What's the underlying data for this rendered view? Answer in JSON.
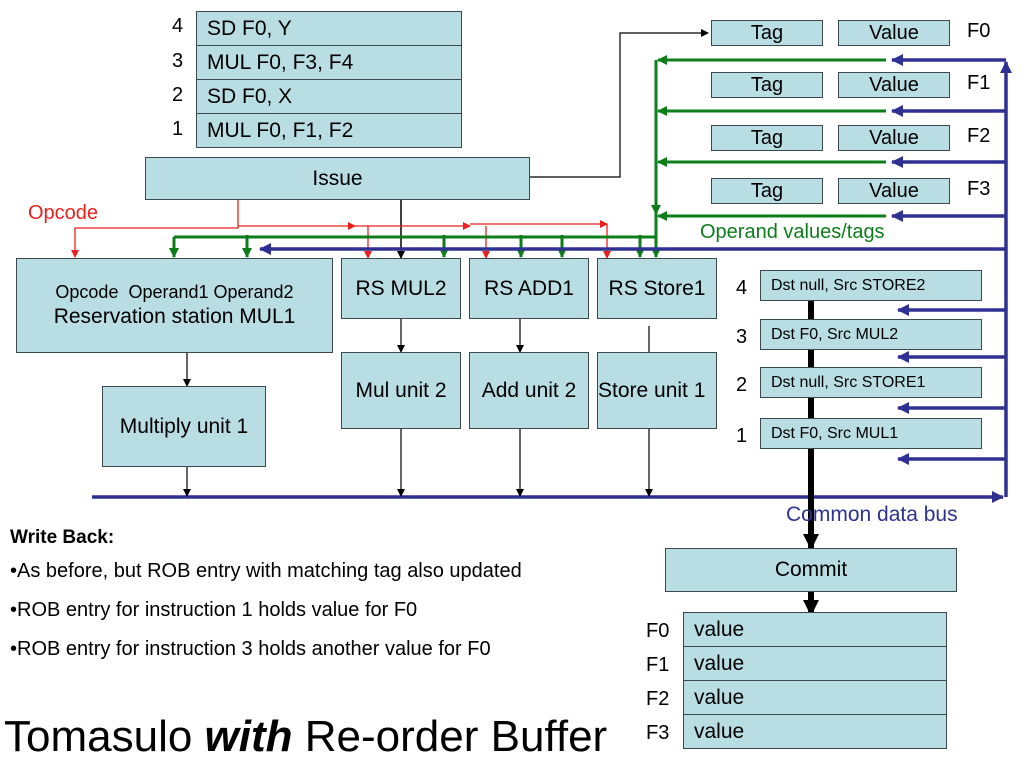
{
  "title": {
    "normal1": "Tomasulo ",
    "emph": "with",
    "normal2": " Re-order Buffer"
  },
  "instruction_queue": [
    {
      "index": "4",
      "text": "SD F0, Y"
    },
    {
      "index": "3",
      "text": "MUL F0, F3, F4"
    },
    {
      "index": "2",
      "text": "SD F0, X"
    },
    {
      "index": "1",
      "text": "MUL F0, F1, F2"
    }
  ],
  "issue_label": "Issue",
  "opcode_label": "Opcode",
  "operand_label": "Operand values/tags",
  "cdb_label": "Common data bus",
  "register_file": [
    {
      "reg": "F0",
      "tag": "Tag",
      "value": "Value"
    },
    {
      "reg": "F1",
      "tag": "Tag",
      "value": "Value"
    },
    {
      "reg": "F2",
      "tag": "Tag",
      "value": "Value"
    },
    {
      "reg": "F3",
      "tag": "Tag",
      "value": "Value"
    }
  ],
  "rs_mul1": {
    "fields": "Opcode  Operand1 Operand2",
    "name": "Reservation station MUL1"
  },
  "reservation_stations": [
    "RS MUL2",
    "RS ADD1",
    "RS Store1"
  ],
  "units": {
    "mul1": "Multiply unit 1",
    "others": [
      "Mul unit 2",
      "Add unit 2",
      "Store unit 1"
    ]
  },
  "rob": [
    {
      "index": "4",
      "text": "Dst null, Src STORE2"
    },
    {
      "index": "3",
      "text": "Dst F0, Src MUL2"
    },
    {
      "index": "2",
      "text": "Dst null, Src STORE1"
    },
    {
      "index": "1",
      "text": "Dst F0, Src MUL1"
    }
  ],
  "commit_label": "Commit",
  "arch_regs": [
    {
      "reg": "F0",
      "value": "value"
    },
    {
      "reg": "F1",
      "value": "value"
    },
    {
      "reg": "F2",
      "value": "value"
    },
    {
      "reg": "F3",
      "value": "value"
    }
  ],
  "notes": {
    "heading": "Write Back:",
    "bullets": [
      "•As before, but ROB entry with matching tag also updated",
      "•ROB entry for instruction 1 holds value for F0",
      "•ROB entry for instruction 3 holds another value for F0"
    ]
  },
  "colors": {
    "box_fill": "#b8dde2",
    "opcode": "#e8211d",
    "operand": "#0d7d1a",
    "cdb": "#2e3192"
  }
}
